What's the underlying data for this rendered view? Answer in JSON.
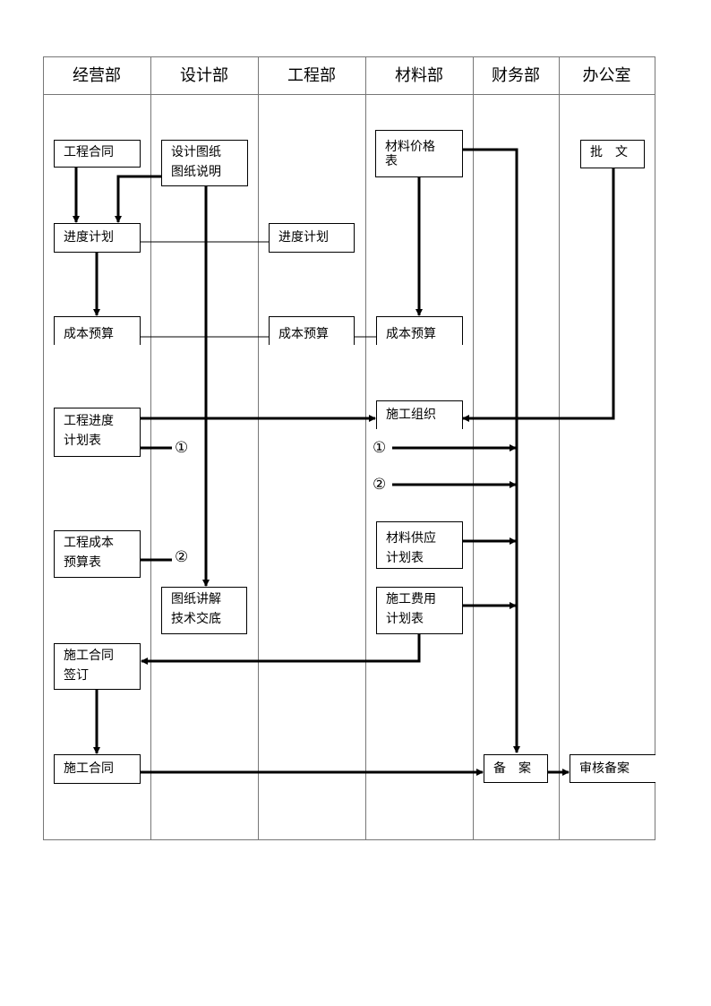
{
  "headers": [
    "经营部",
    "设计部",
    "工程部",
    "材料部",
    "财务部",
    "办公室"
  ],
  "boxes": {
    "contract": [
      "工程合同"
    ],
    "design_drawings": [
      "设计图纸",
      "图纸说明"
    ],
    "material_prices": [
      "材料价格",
      "表"
    ],
    "approval": [
      "批　文"
    ],
    "progress_plan_op": [
      "进度计划"
    ],
    "progress_plan_eng": [
      "进度计划"
    ],
    "cost_budget_op": [
      "成本预算"
    ],
    "cost_budget_eng": [
      "成本预算"
    ],
    "cost_budget_mat": [
      "成本预算"
    ],
    "progress_table": [
      "工程进度",
      "计划表"
    ],
    "construction_org": [
      "施工组织"
    ],
    "cost_table": [
      "工程成本",
      "预算表"
    ],
    "material_supply": [
      "材料供应",
      "计划表"
    ],
    "drawing_explanation": [
      "图纸讲解",
      "技术交底"
    ],
    "expense_plan": [
      "施工费用",
      "计划表"
    ],
    "contract_signing": [
      "施工合同",
      "签订"
    ],
    "construction_contract": [
      "施工合同"
    ],
    "filing": [
      "备　案"
    ],
    "audit_filing": [
      "审核备案"
    ]
  },
  "markers": {
    "one": "①",
    "two": "②"
  }
}
